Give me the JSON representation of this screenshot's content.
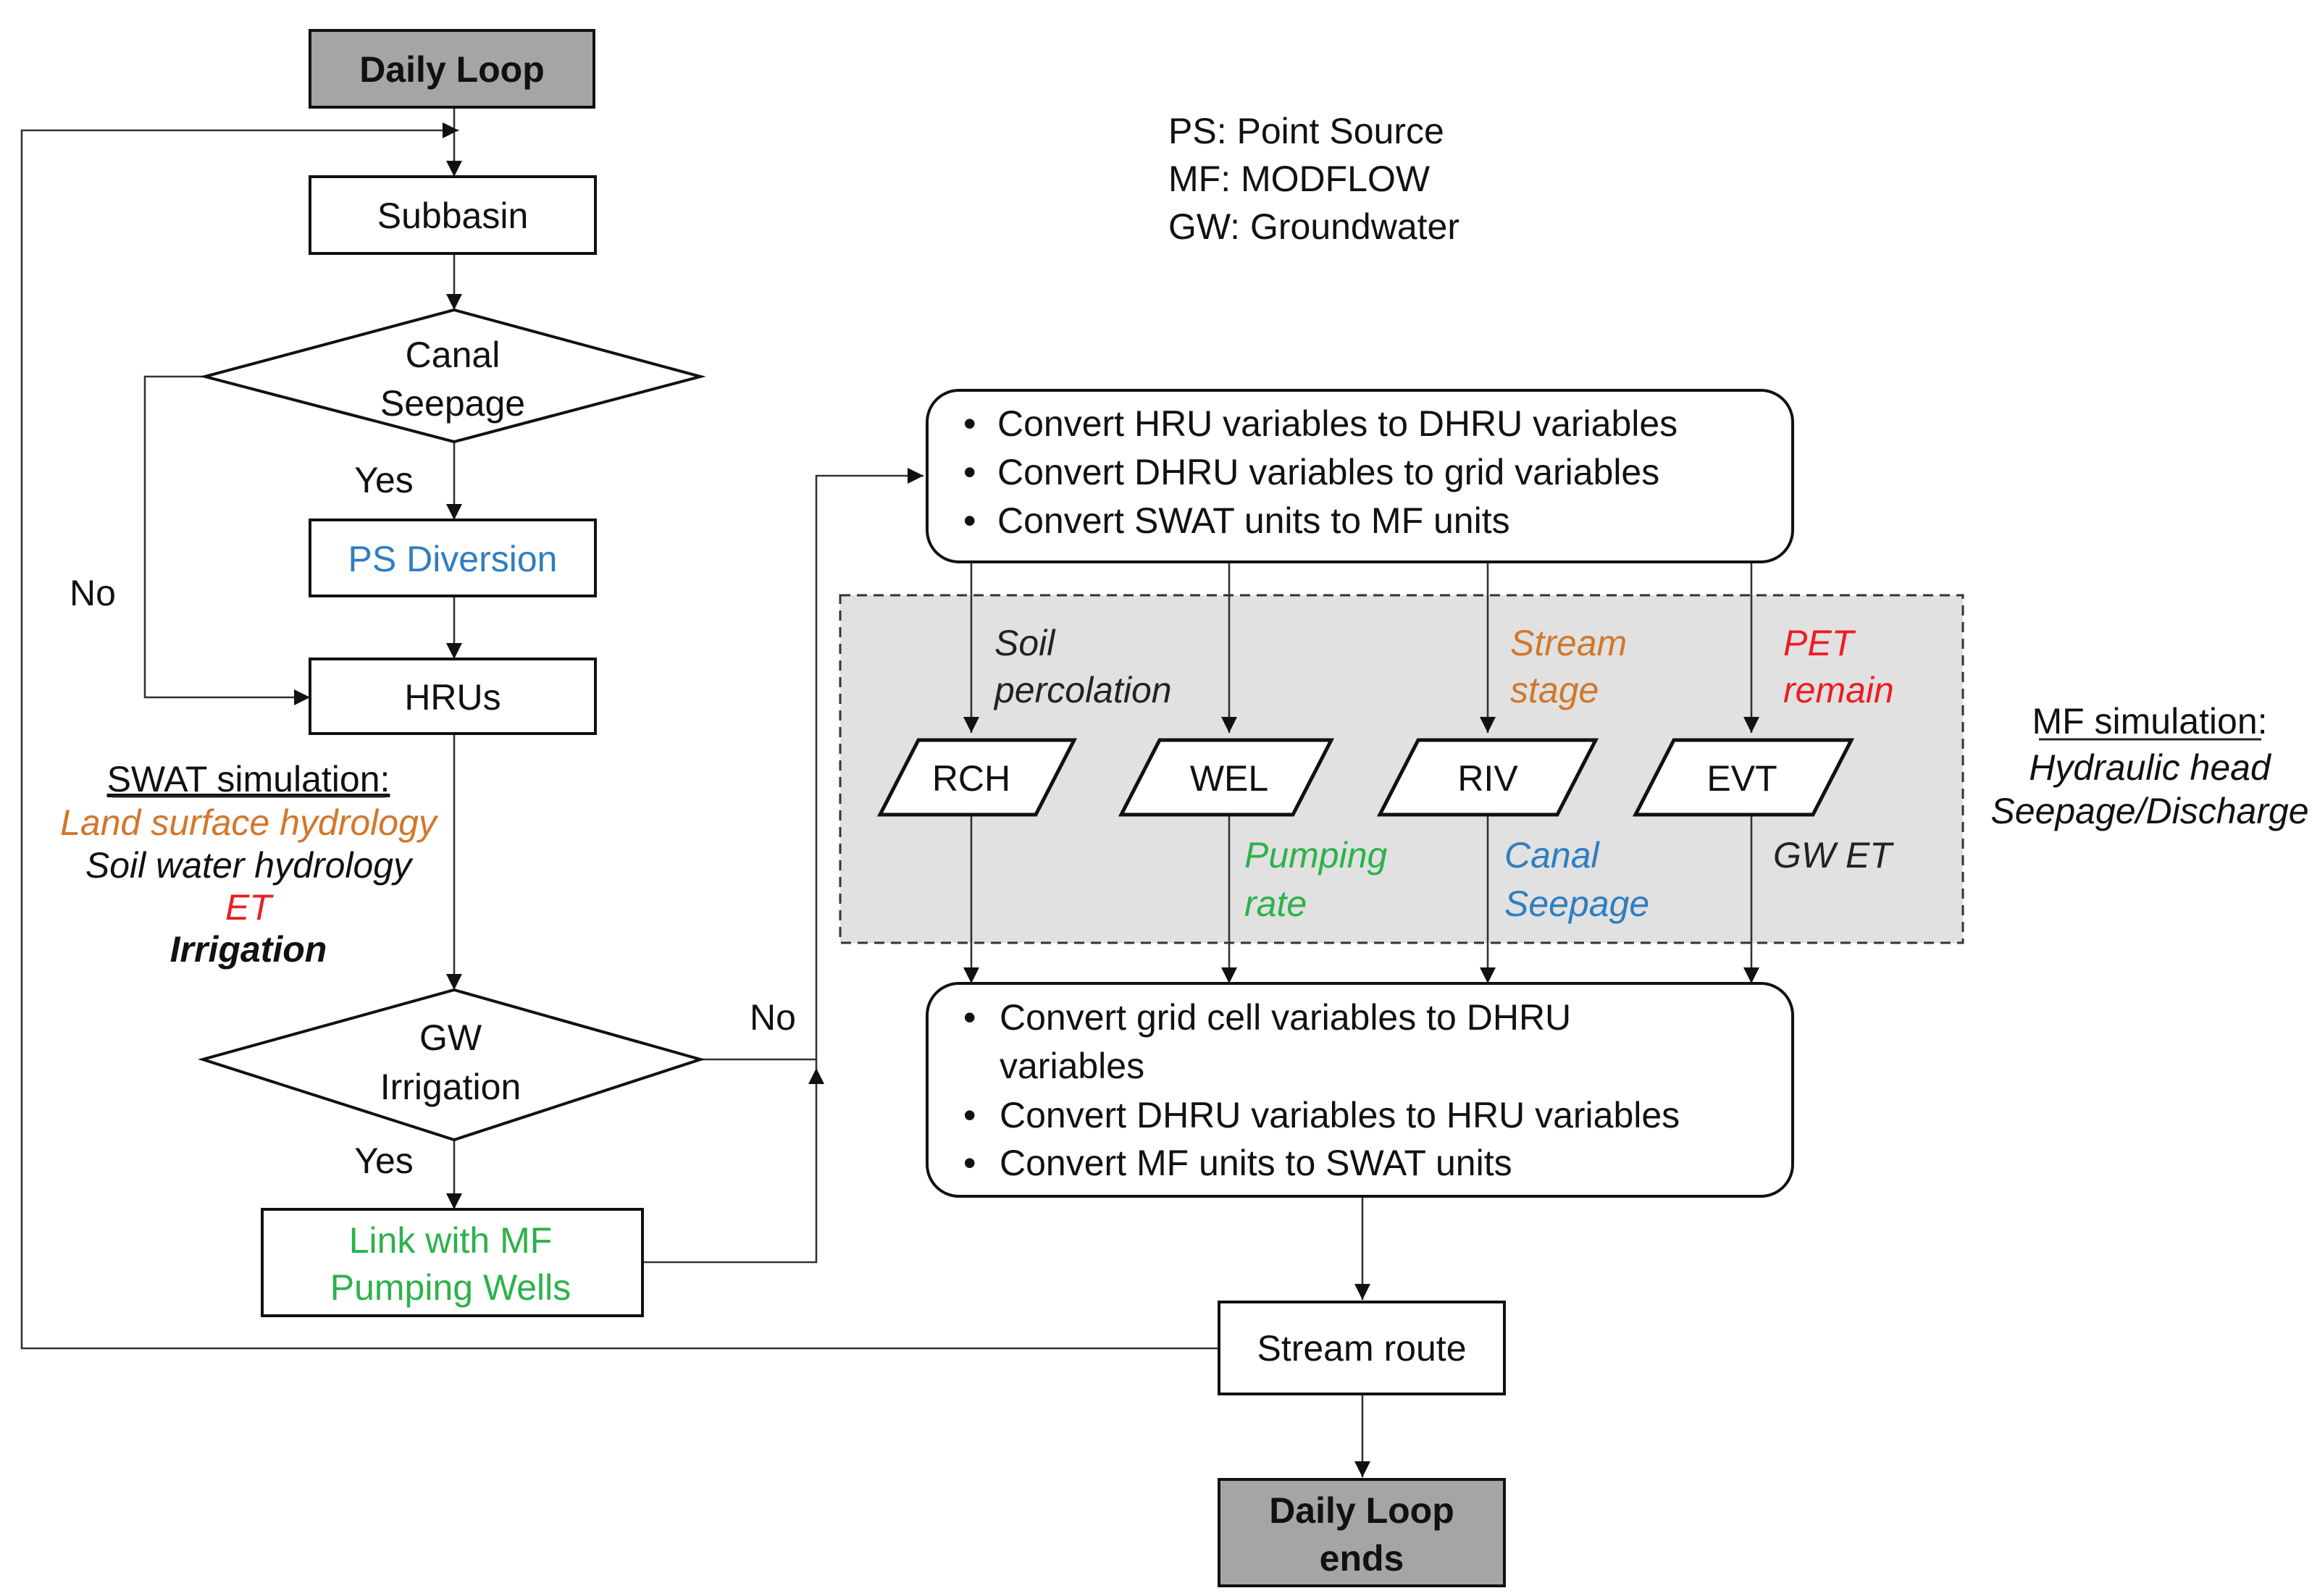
{
  "colors": {
    "orange": "#d2772b",
    "blue": "#2e7ec1",
    "green": "#2cb24a",
    "red": "#ee1c24",
    "dark": "#222222",
    "terminal_fill": "#a6a4a4",
    "mf_panel_fill": "#e1e1e1"
  },
  "flow": {
    "daily_loop": "Daily Loop",
    "subbasin": "Subbasin",
    "canal_seepage": [
      "Canal",
      "Seepage"
    ],
    "yes_1": "Yes",
    "no_1": "No",
    "ps_diversion": "PS Diversion",
    "hrus": "HRUs",
    "gw_irrigation": [
      "GW",
      "Irrigation"
    ],
    "yes_2": "Yes",
    "no_2": "No",
    "link_mf": [
      "Link with MF",
      "Pumping Wells"
    ],
    "stream_route": "Stream route",
    "daily_loop_ends": [
      "Daily Loop",
      "ends"
    ]
  },
  "legend": [
    "PS: Point Source",
    "MF: MODFLOW",
    "GW: Groundwater"
  ],
  "swat_simulation": {
    "title": "SWAT simulation:",
    "items": [
      {
        "text": "Land surface hydrology",
        "color": "orange"
      },
      {
        "text": "Soil water hydrology",
        "color": "dark"
      },
      {
        "text": "ET",
        "color": "red"
      },
      {
        "text": "Irrigation",
        "color": "dark"
      }
    ]
  },
  "convert_top": [
    "Convert HRU variables to DHRU variables",
    "Convert DHRU variables to grid variables",
    "Convert SWAT units to MF units"
  ],
  "convert_bottom": [
    "Convert grid cell variables to DHRU",
    "variables",
    "Convert DHRU variables to HRU variables",
    "Convert MF units to SWAT units"
  ],
  "packages": [
    "RCH",
    "WEL",
    "RIV",
    "EVT"
  ],
  "package_inputs": [
    {
      "lines": [
        "Soil",
        "percolation"
      ],
      "color": "dark"
    },
    {
      "lines": [
        "Stream",
        "stage"
      ],
      "color": "orange"
    },
    {
      "lines": [
        "PET",
        "remain"
      ],
      "color": "red"
    }
  ],
  "package_outputs": [
    {
      "lines": [
        "Pumping",
        "rate"
      ],
      "color": "green"
    },
    {
      "lines": [
        "Canal",
        "Seepage"
      ],
      "color": "blue"
    },
    {
      "lines": [
        "GW ET"
      ],
      "color": "dark"
    }
  ],
  "mf_simulation": {
    "title": "MF simulation:",
    "items": [
      "Hydraulic head",
      "Seepage/Discharge"
    ]
  }
}
